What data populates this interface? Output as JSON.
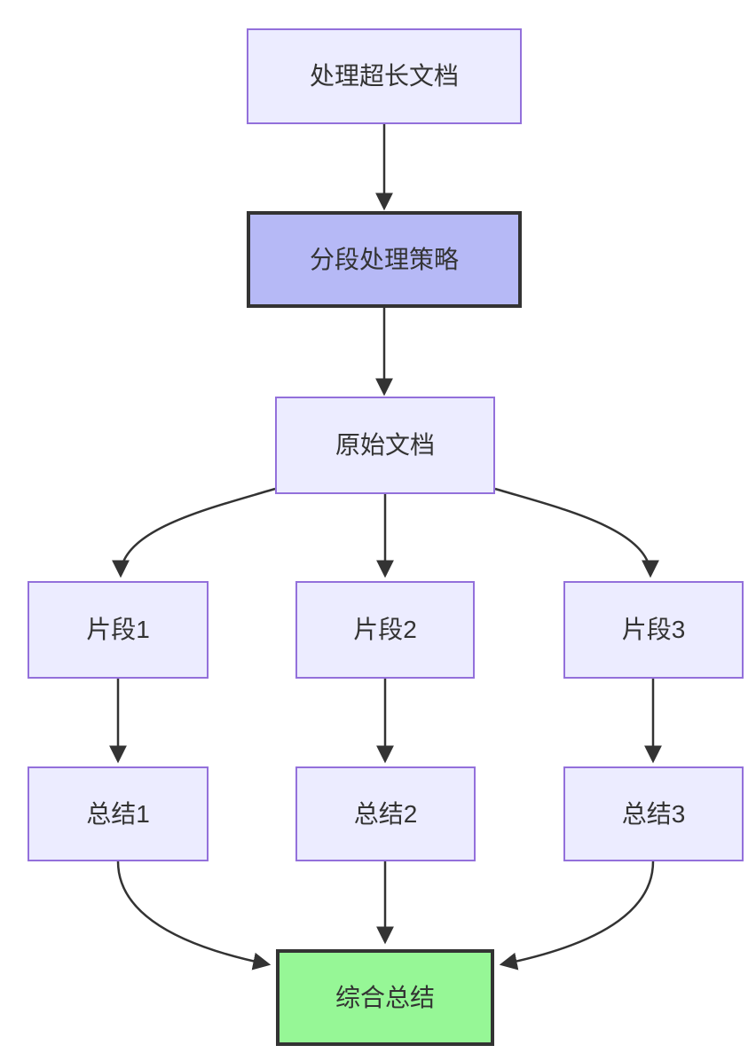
{
  "diagram": {
    "type": "flowchart",
    "direction": "top-down",
    "background": "#ffffff",
    "colors": {
      "node_fill": "#ECECFF",
      "node_border": "#9370DB",
      "emphasis_fill": "#b6b9f6",
      "result_fill": "#96f796",
      "strong_border": "#333333",
      "edge": "#333333",
      "text": "#333333"
    },
    "nodes": [
      {
        "id": "A",
        "label": "处理超长文档",
        "style": "default"
      },
      {
        "id": "B",
        "label": "分段处理策略",
        "style": "emphasis"
      },
      {
        "id": "C",
        "label": "原始文档",
        "style": "default"
      },
      {
        "id": "D1",
        "label": "片段1",
        "style": "default"
      },
      {
        "id": "D2",
        "label": "片段2",
        "style": "default"
      },
      {
        "id": "D3",
        "label": "片段3",
        "style": "default"
      },
      {
        "id": "E1",
        "label": "总结1",
        "style": "default"
      },
      {
        "id": "E2",
        "label": "总结2",
        "style": "default"
      },
      {
        "id": "E3",
        "label": "总结3",
        "style": "default"
      },
      {
        "id": "F",
        "label": "综合总结",
        "style": "result"
      }
    ],
    "edges": [
      {
        "from": "A",
        "to": "B",
        "arrow": true
      },
      {
        "from": "B",
        "to": "C",
        "arrow": true
      },
      {
        "from": "C",
        "to": "D1",
        "arrow": true
      },
      {
        "from": "C",
        "to": "D2",
        "arrow": true
      },
      {
        "from": "C",
        "to": "D3",
        "arrow": true
      },
      {
        "from": "D1",
        "to": "E1",
        "arrow": true
      },
      {
        "from": "D2",
        "to": "E2",
        "arrow": true
      },
      {
        "from": "D3",
        "to": "E3",
        "arrow": true
      },
      {
        "from": "E1",
        "to": "F",
        "arrow": true
      },
      {
        "from": "E2",
        "to": "F",
        "arrow": true
      },
      {
        "from": "E3",
        "to": "F",
        "arrow": true
      }
    ]
  }
}
